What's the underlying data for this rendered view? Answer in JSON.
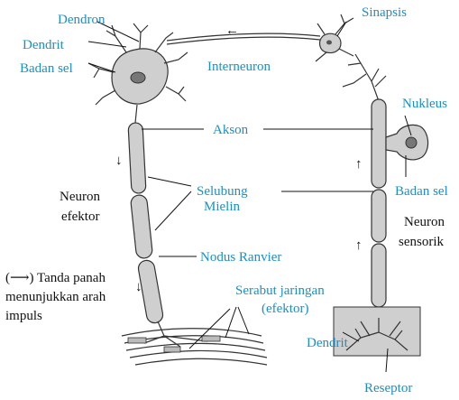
{
  "labels": {
    "dendron": "Dendron",
    "dendrit_top": "Dendrit",
    "badan_sel_left": "Badan sel",
    "interneuron": "Interneuron",
    "sinapsis": "Sinapsis",
    "nukleus": "Nukleus",
    "akson": "Akson",
    "badan_sel_right": "Badan sel",
    "selubung": "Selubung",
    "mielin": "Mielin",
    "neuron_efektor_1": "Neuron",
    "neuron_efektor_2": "efektor",
    "neuron_sensorik_1": "Neuron",
    "neuron_sensorik_2": "sensorik",
    "nodus_ranvier": "Nodus Ranvier",
    "legend_1": "(⟶) Tanda panah",
    "legend_2": "menunjukkan arah",
    "legend_3": "impuls",
    "serabut_1": "Serabut jaringan",
    "serabut_2": "(efektor)",
    "dendrit_bottom": "Dendrit",
    "reseptor": "Reseptor"
  },
  "arrows": {
    "top": "←",
    "left_1": "↓",
    "left_2": "↓",
    "right_1": "↑",
    "right_2": "↑"
  },
  "colors": {
    "label_blue": "#1a8fc7",
    "label_black": "#111111",
    "cell_fill": "#cfcfcf"
  }
}
